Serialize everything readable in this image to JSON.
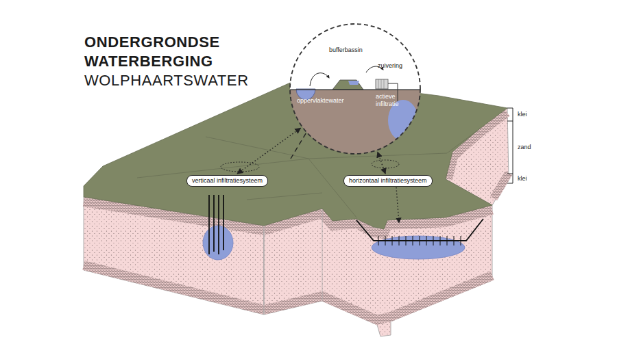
{
  "diagram": {
    "title": "ONDERGRONDSE WATERBERGING",
    "nodes": [
      {
        "text": [
          "bufferbassin"
        ]
      },
      {
        "text": [
          "verticaal infiltratiesysteem"
        ]
      },
      {
        "text": [
          "horizontaal infiltratiesysteem"
        ]
      }
    ],
    "edges": [
      {
        "from": 1,
        "to": 0,
        "arrow": "both"
      },
      {
        "from": 2,
        "to": 0,
        "arrow": "both"
      }
    ],
    "labels": [
      "WOLPHAARTSWATER",
      "zuivering",
      "oppervlaktewater",
      "actieve infiltratie",
      "klei",
      "zand",
      "klei"
    ]
  }
}
